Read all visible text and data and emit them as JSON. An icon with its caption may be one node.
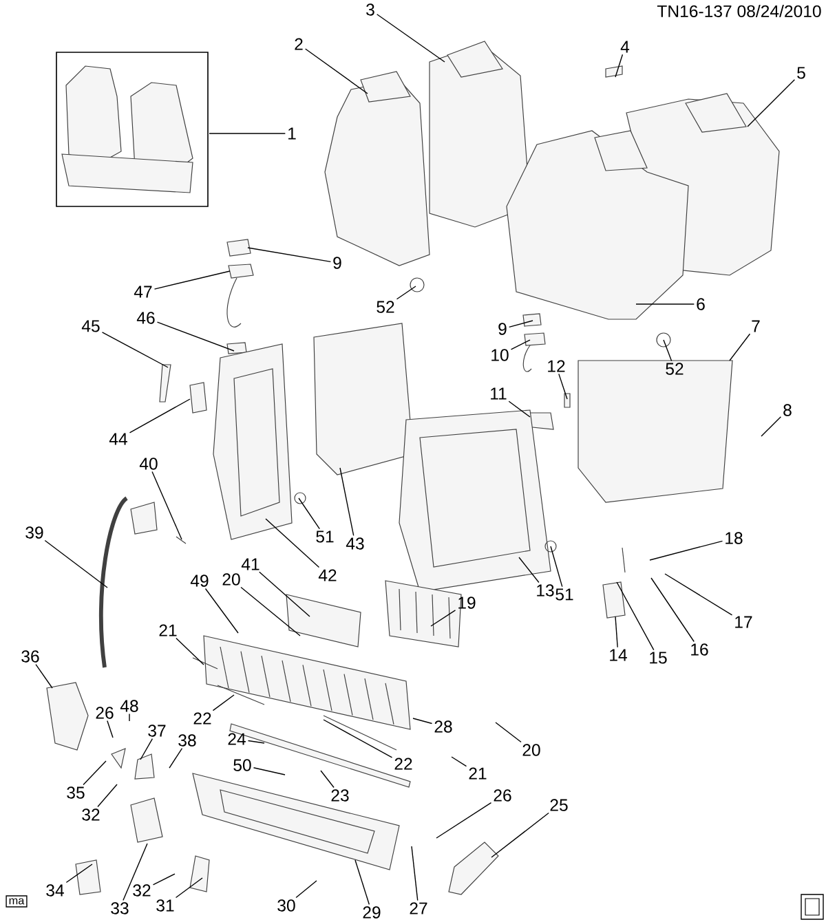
{
  "diagram": {
    "nodes": [
      {
        "text": [
          "1"
        ]
      },
      {
        "text": [
          "2"
        ]
      },
      {
        "text": [
          "3"
        ]
      },
      {
        "text": [
          "4"
        ]
      },
      {
        "text": [
          "5"
        ]
      },
      {
        "text": [
          "9"
        ]
      },
      {
        "text": [
          "47"
        ]
      },
      {
        "text": [
          "52"
        ]
      },
      {
        "text": [
          "6"
        ]
      },
      {
        "text": [
          "46"
        ]
      },
      {
        "text": [
          "45"
        ]
      },
      {
        "text": [
          "7"
        ]
      },
      {
        "text": [
          "9"
        ]
      },
      {
        "text": [
          "10"
        ]
      },
      {
        "text": [
          "52"
        ]
      },
      {
        "text": [
          "12"
        ]
      },
      {
        "text": [
          "11"
        ]
      },
      {
        "text": [
          "8"
        ]
      },
      {
        "text": [
          "44"
        ]
      },
      {
        "text": [
          "40"
        ]
      },
      {
        "text": [
          "39"
        ]
      },
      {
        "text": [
          "51"
        ]
      },
      {
        "text": [
          "43"
        ]
      },
      {
        "text": [
          "18"
        ]
      },
      {
        "text": [
          "41"
        ]
      },
      {
        "text": [
          "49"
        ]
      },
      {
        "text": [
          "20"
        ]
      },
      {
        "text": [
          "42"
        ]
      },
      {
        "text": [
          "13"
        ]
      },
      {
        "text": [
          "51"
        ]
      },
      {
        "text": [
          "19"
        ]
      },
      {
        "text": [
          "17"
        ]
      },
      {
        "text": [
          "21"
        ]
      },
      {
        "text": [
          "16"
        ]
      },
      {
        "text": [
          "14"
        ]
      },
      {
        "text": [
          "15"
        ]
      },
      {
        "text": [
          "36"
        ]
      },
      {
        "text": [
          "48"
        ]
      },
      {
        "text": [
          "26"
        ]
      },
      {
        "text": [
          "22"
        ]
      },
      {
        "text": [
          "28"
        ]
      },
      {
        "text": [
          "37"
        ]
      },
      {
        "text": [
          "24"
        ]
      },
      {
        "text": [
          "38"
        ]
      },
      {
        "text": [
          "20"
        ]
      },
      {
        "text": [
          "50"
        ]
      },
      {
        "text": [
          "22"
        ]
      },
      {
        "text": [
          "21"
        ]
      },
      {
        "text": [
          "35"
        ]
      },
      {
        "text": [
          "23"
        ]
      },
      {
        "text": [
          "26"
        ]
      },
      {
        "text": [
          "25"
        ]
      },
      {
        "text": [
          "32"
        ]
      },
      {
        "text": [
          "34"
        ]
      },
      {
        "text": [
          "32"
        ]
      },
      {
        "text": [
          "31"
        ]
      },
      {
        "text": [
          "33"
        ]
      },
      {
        "text": [
          "30"
        ]
      },
      {
        "text": [
          "29"
        ]
      },
      {
        "text": [
          "27"
        ]
      }
    ],
    "edges": [
      {
        "from": 0,
        "to": null,
        "arrow": "none"
      },
      {
        "from": 1,
        "to": null,
        "arrow": "none"
      },
      {
        "from": 2,
        "to": null,
        "arrow": "none"
      },
      {
        "from": 3,
        "to": null,
        "arrow": "none"
      },
      {
        "from": 4,
        "to": null,
        "arrow": "none"
      },
      {
        "from": 5,
        "to": null,
        "arrow": "none"
      },
      {
        "from": 6,
        "to": null,
        "arrow": "none"
      },
      {
        "from": 7,
        "to": null,
        "arrow": "none"
      },
      {
        "from": 8,
        "to": null,
        "arrow": "none"
      },
      {
        "from": 9,
        "to": null,
        "arrow": "none"
      },
      {
        "from": 10,
        "to": null,
        "arrow": "none"
      },
      {
        "from": 11,
        "to": null,
        "arrow": "none"
      },
      {
        "from": 12,
        "to": null,
        "arrow": "none"
      },
      {
        "from": 13,
        "to": null,
        "arrow": "none"
      },
      {
        "from": 14,
        "to": null,
        "arrow": "none"
      },
      {
        "from": 15,
        "to": null,
        "arrow": "none"
      },
      {
        "from": 16,
        "to": null,
        "arrow": "none"
      },
      {
        "from": 17,
        "to": null,
        "arrow": "none"
      },
      {
        "from": 18,
        "to": null,
        "arrow": "none"
      },
      {
        "from": 19,
        "to": null,
        "arrow": "none"
      },
      {
        "from": 20,
        "to": null,
        "arrow": "none"
      },
      {
        "from": 21,
        "to": null,
        "arrow": "none"
      },
      {
        "from": 22,
        "to": null,
        "arrow": "none"
      },
      {
        "from": 23,
        "to": null,
        "arrow": "none"
      },
      {
        "from": 24,
        "to": null,
        "arrow": "none"
      },
      {
        "from": 25,
        "to": null,
        "arrow": "none"
      },
      {
        "from": 26,
        "to": null,
        "arrow": "none"
      },
      {
        "from": 27,
        "to": null,
        "arrow": "none"
      },
      {
        "from": 28,
        "to": null,
        "arrow": "none"
      },
      {
        "from": 29,
        "to": null,
        "arrow": "none"
      },
      {
        "from": 30,
        "to": null,
        "arrow": "none"
      },
      {
        "from": 31,
        "to": null,
        "arrow": "none"
      },
      {
        "from": 32,
        "to": null,
        "arrow": "none"
      },
      {
        "from": 33,
        "to": null,
        "arrow": "none"
      },
      {
        "from": 34,
        "to": null,
        "arrow": "none"
      },
      {
        "from": 35,
        "to": null,
        "arrow": "none"
      },
      {
        "from": 36,
        "to": null,
        "arrow": "none"
      },
      {
        "from": 37,
        "to": null,
        "arrow": "none"
      },
      {
        "from": 38,
        "to": null,
        "arrow": "none"
      },
      {
        "from": 39,
        "to": null,
        "arrow": "none"
      },
      {
        "from": 40,
        "to": null,
        "arrow": "none"
      },
      {
        "from": 41,
        "to": null,
        "arrow": "none"
      },
      {
        "from": 42,
        "to": null,
        "arrow": "none"
      },
      {
        "from": 43,
        "to": null,
        "arrow": "none"
      },
      {
        "from": 44,
        "to": null,
        "arrow": "none"
      },
      {
        "from": 45,
        "to": null,
        "arrow": "none"
      },
      {
        "from": 46,
        "to": null,
        "arrow": "none"
      },
      {
        "from": 47,
        "to": null,
        "arrow": "none"
      },
      {
        "from": 48,
        "to": null,
        "arrow": "none"
      },
      {
        "from": 49,
        "to": null,
        "arrow": "none"
      },
      {
        "from": 50,
        "to": null,
        "arrow": "none"
      },
      {
        "from": 51,
        "to": null,
        "arrow": "none"
      },
      {
        "from": 52,
        "to": null,
        "arrow": "none"
      },
      {
        "from": 53,
        "to": null,
        "arrow": "none"
      },
      {
        "from": 54,
        "to": null,
        "arrow": "none"
      },
      {
        "from": 55,
        "to": null,
        "arrow": "none"
      },
      {
        "from": 56,
        "to": null,
        "arrow": "none"
      },
      {
        "from": 57,
        "to": null,
        "arrow": "none"
      },
      {
        "from": 58,
        "to": null,
        "arrow": "none"
      },
      {
        "from": 59,
        "to": null,
        "arrow": "none"
      }
    ],
    "labels": [
      "TN16-137 08/24/2010",
      "ma"
    ]
  }
}
